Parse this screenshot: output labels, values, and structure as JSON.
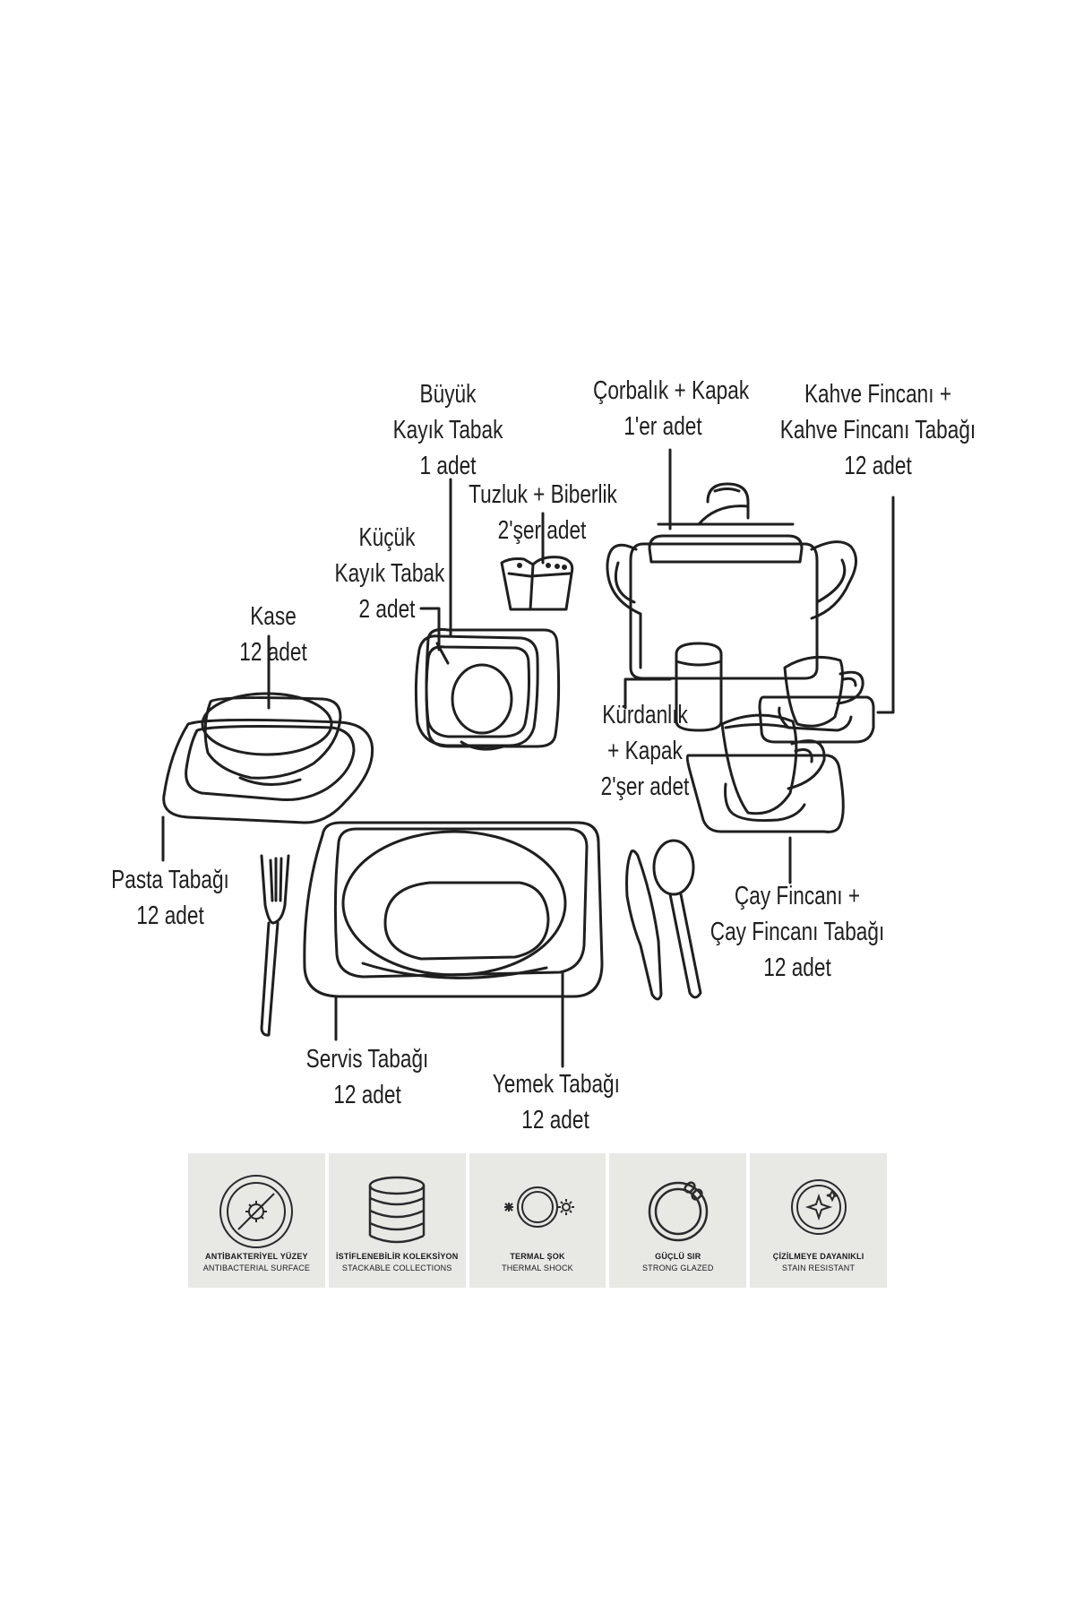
{
  "labels": {
    "buyuk_kayik": {
      "lines": [
        "Büyük",
        "Kayık Tabak",
        "1 adet"
      ]
    },
    "corbalik": {
      "lines": [
        "Çorbalık + Kapak",
        "1'er adet"
      ]
    },
    "kahve": {
      "lines": [
        "Kahve Fincanı +",
        "Kahve Fincanı Tabağı",
        "12 adet"
      ]
    },
    "tuzluk": {
      "lines": [
        "Tuzluk + Biberlik",
        "2'şer adet"
      ]
    },
    "kucuk_kayik": {
      "lines": [
        "Küçük",
        "Kayık Tabak",
        "2 adet"
      ]
    },
    "kase": {
      "lines": [
        "Kase",
        "12 adet"
      ]
    },
    "kurdanlik": {
      "lines": [
        "Kürdanlık",
        "+ Kapak",
        "2'şer adet"
      ]
    },
    "pasta": {
      "lines": [
        "Pasta Tabağı",
        "12 adet"
      ]
    },
    "cay": {
      "lines": [
        "Çay Fincanı +",
        "Çay Fincanı Tabağı",
        "12 adet"
      ]
    },
    "servis": {
      "lines": [
        "Servis Tabağı",
        "12 adet"
      ]
    },
    "yemek": {
      "lines": [
        "Yemek Tabağı",
        "12 adet"
      ]
    }
  },
  "features": [
    {
      "tr": "ANTİBAKTERİYEL YÜZEY",
      "en": "ANTIBACTERIAL SURFACE",
      "icon": "antibacterial-icon"
    },
    {
      "tr": "İSTİFLENEBİLİR KOLEKSİYON",
      "en": "STACKABLE COLLECTIONS",
      "icon": "stack-icon"
    },
    {
      "tr": "TERMAL ŞOK",
      "en": "THERMAL SHOCK",
      "icon": "thermal-icon"
    },
    {
      "tr": "GÜÇLÜ SIR",
      "en": "STRONG GLAZED",
      "icon": "glaze-icon"
    },
    {
      "tr": "ÇİZİLMEYE DAYANIKLI",
      "en": "STAIN RESISTANT",
      "icon": "scratch-icon"
    }
  ]
}
